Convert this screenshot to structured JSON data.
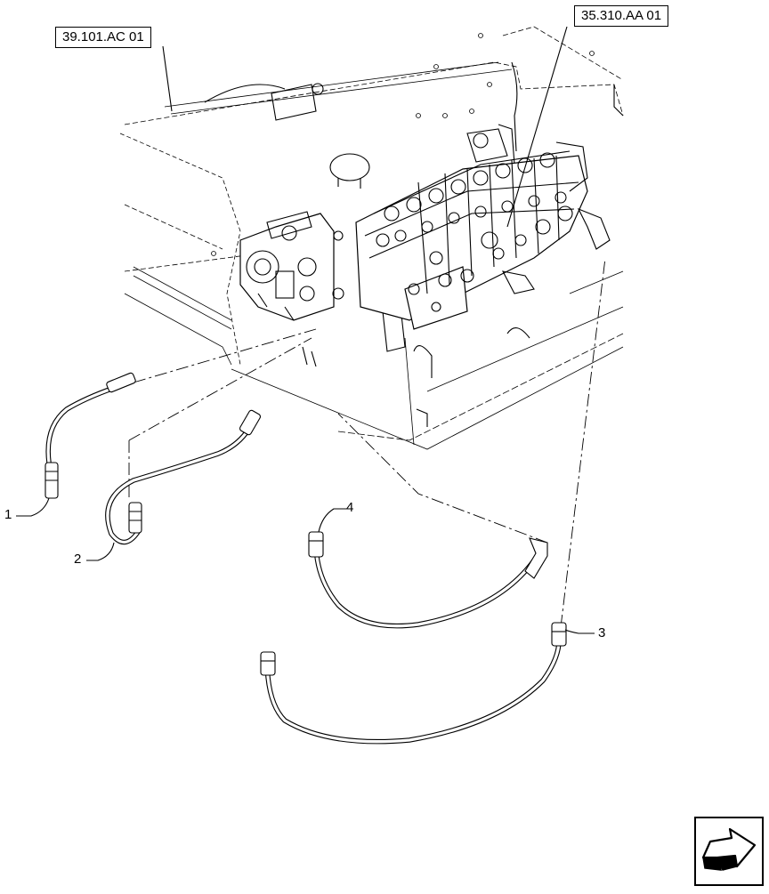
{
  "references": {
    "ref_left": "39.101.AC 01",
    "ref_right": "35.310.AA 01"
  },
  "callouts": {
    "item_1": "1",
    "item_2": "2",
    "item_3": "3",
    "item_4": "4"
  },
  "icons": {
    "nav": "next-page-arrow-icon"
  }
}
